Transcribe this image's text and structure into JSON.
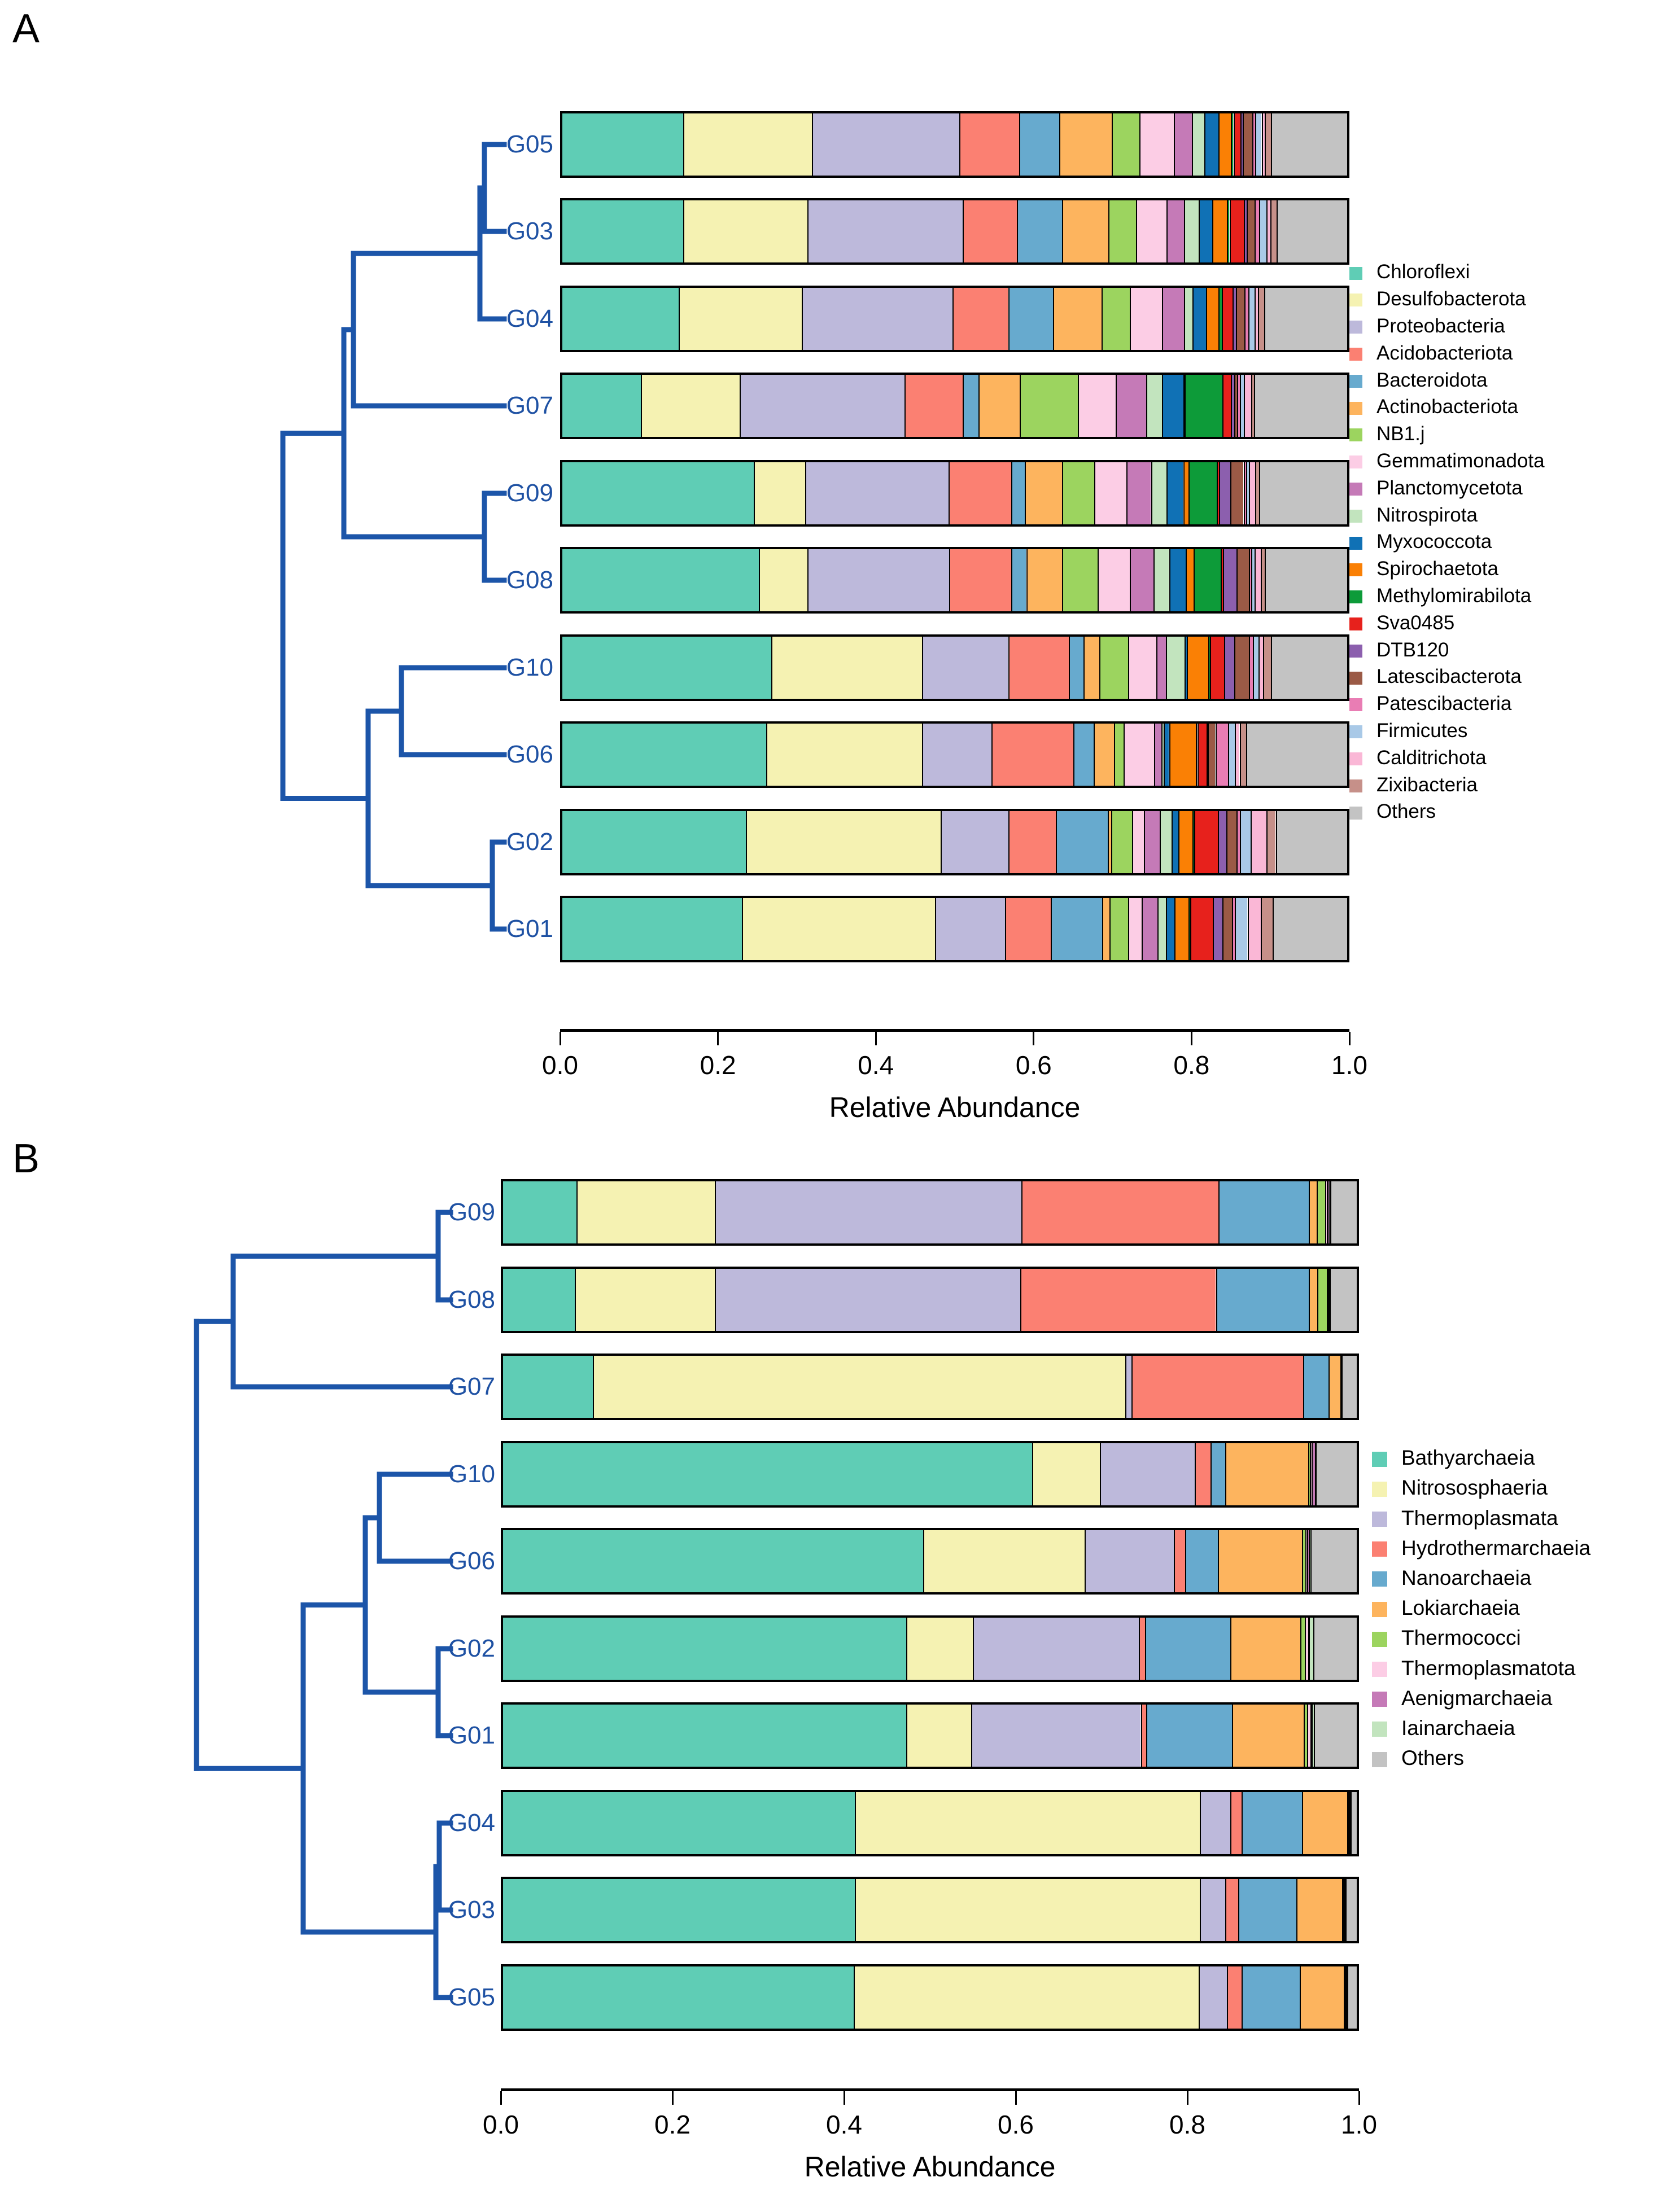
{
  "figure_title": "",
  "dendrogram_color": "#1C55A9",
  "row_label_color": "#1E51A3",
  "chart_data": [
    {
      "type": "bar",
      "panel_label": "A",
      "orientation": "horizontal-stacked",
      "xlabel": "Relative Abundance",
      "xlim": [
        0.0,
        1.0
      ],
      "xticks": [
        "0.0",
        "0.2",
        "0.4",
        "0.6",
        "0.8",
        "1.0"
      ],
      "legend_position": "right",
      "grid": false,
      "categories": [
        "Chloroflexi",
        "Desulfobacterota",
        "Proteobacteria",
        "Acidobacteriota",
        "Bacteroidota",
        "Actinobacteriota",
        "NB1.j",
        "Gemmatimonadota",
        "Planctomycetota",
        "Nitrospirota",
        "Myxococcota",
        "Spirochaetota",
        "Methylomirabilota",
        "Sva0485",
        "DTB120",
        "Latescibacterota",
        "Patescibacteria",
        "Firmicutes",
        "Calditrichota",
        "Zixibacteria",
        "Others"
      ],
      "colors": [
        "#5FCDB5",
        "#F5F2B2",
        "#BDB9DB",
        "#FB8072",
        "#67AACE",
        "#FDB45E",
        "#9CD45F",
        "#FCCDE5",
        "#C57AB7",
        "#C2E4BE",
        "#1071B5",
        "#FA8005",
        "#0D9B39",
        "#E7211C",
        "#8C5FAE",
        "#9B5A46",
        "#E97DB4",
        "#A9C9E7",
        "#FAB7D6",
        "#C69089",
        "#C3C3C3"
      ],
      "rows": [
        {
          "name": "G05",
          "values": [
            0.154,
            0.164,
            0.188,
            0.076,
            0.051,
            0.067,
            0.035,
            0.044,
            0.023,
            0.016,
            0.018,
            0.016,
            0.003,
            0.009,
            0.003,
            0.012,
            0.004,
            0.008,
            0.004,
            0.008,
            0.097
          ]
        },
        {
          "name": "G03",
          "values": [
            0.154,
            0.158,
            0.198,
            0.069,
            0.058,
            0.059,
            0.035,
            0.039,
            0.022,
            0.019,
            0.017,
            0.019,
            0.003,
            0.018,
            0.004,
            0.01,
            0.006,
            0.009,
            0.005,
            0.008,
            0.09
          ]
        },
        {
          "name": "G04",
          "values": [
            0.148,
            0.157,
            0.192,
            0.071,
            0.057,
            0.062,
            0.036,
            0.041,
            0.028,
            0.011,
            0.017,
            0.016,
            0.004,
            0.014,
            0.004,
            0.011,
            0.005,
            0.008,
            0.004,
            0.008,
            0.106
          ]
        },
        {
          "name": "G07",
          "values": [
            0.1,
            0.126,
            0.21,
            0.074,
            0.02,
            0.053,
            0.074,
            0.048,
            0.039,
            0.02,
            0.027,
            0.002,
            0.048,
            0.011,
            0.004,
            0.004,
            0.003,
            0.005,
            0.01,
            0.003,
            0.119
          ]
        },
        {
          "name": "G09",
          "values": [
            0.244,
            0.065,
            0.183,
            0.08,
            0.017,
            0.048,
            0.041,
            0.041,
            0.031,
            0.02,
            0.021,
            0.007,
            0.036,
            0.003,
            0.014,
            0.017,
            0.003,
            0.004,
            0.008,
            0.005,
            0.112
          ]
        },
        {
          "name": "G08",
          "values": [
            0.25,
            0.062,
            0.181,
            0.079,
            0.019,
            0.046,
            0.045,
            0.041,
            0.03,
            0.02,
            0.021,
            0.01,
            0.035,
            0.003,
            0.017,
            0.016,
            0.003,
            0.004,
            0.008,
            0.005,
            0.105
          ]
        },
        {
          "name": "G10",
          "values": [
            0.266,
            0.192,
            0.11,
            0.077,
            0.019,
            0.02,
            0.037,
            0.036,
            0.012,
            0.024,
            0.003,
            0.027,
            0.002,
            0.018,
            0.013,
            0.019,
            0.005,
            0.007,
            0.006,
            0.01,
            0.097
          ]
        },
        {
          "name": "G06",
          "values": [
            0.26,
            0.198,
            0.089,
            0.104,
            0.026,
            0.026,
            0.012,
            0.039,
            0.009,
            0.003,
            0.007,
            0.034,
            0.002,
            0.012,
            0.001,
            0.01,
            0.016,
            0.009,
            0.006,
            0.008,
            0.129
          ]
        },
        {
          "name": "G02",
          "values": [
            0.234,
            0.248,
            0.086,
            0.061,
            0.066,
            0.004,
            0.027,
            0.015,
            0.02,
            0.015,
            0.009,
            0.018,
            0.002,
            0.03,
            0.011,
            0.013,
            0.004,
            0.014,
            0.02,
            0.012,
            0.091
          ]
        },
        {
          "name": "G01",
          "values": [
            0.229,
            0.246,
            0.089,
            0.058,
            0.066,
            0.009,
            0.024,
            0.017,
            0.02,
            0.011,
            0.011,
            0.018,
            0.002,
            0.029,
            0.012,
            0.012,
            0.004,
            0.016,
            0.017,
            0.015,
            0.095
          ]
        }
      ],
      "dendrogram": {
        "x": 501,
        "children": [
          {
            "x": 609,
            "children": [
              {
                "x": 626,
                "children": [
                  {
                    "x": 850,
                    "children": [
                      {
                        "x": 858,
                        "children": [
                          {
                            "leaf": "G05"
                          },
                          {
                            "leaf": "G03"
                          }
                        ]
                      },
                      {
                        "leaf": "G04"
                      }
                    ]
                  },
                  {
                    "leaf": "G07"
                  }
                ]
              },
              {
                "x": 858,
                "children": [
                  {
                    "leaf": "G09"
                  },
                  {
                    "leaf": "G08"
                  }
                ]
              }
            ]
          },
          {
            "x": 652,
            "children": [
              {
                "x": 711,
                "children": [
                  {
                    "leaf": "G10"
                  },
                  {
                    "leaf": "G06"
                  }
                ]
              },
              {
                "x": 872,
                "children": [
                  {
                    "leaf": "G02"
                  },
                  {
                    "leaf": "G01"
                  }
                ]
              }
            ]
          }
        ]
      }
    },
    {
      "type": "bar",
      "panel_label": "B",
      "orientation": "horizontal-stacked",
      "xlabel": "Relative Abundance",
      "xlim": [
        0.0,
        1.0
      ],
      "xticks": [
        "0.0",
        "0.2",
        "0.4",
        "0.6",
        "0.8",
        "1.0"
      ],
      "legend_position": "right",
      "grid": false,
      "categories": [
        "Bathyarchaeia",
        "Nitrososphaeria",
        "Thermoplasmata",
        "Hydrothermarchaeia",
        "Nanoarchaeia",
        "Lokiarchaeia",
        "Thermococci",
        "Thermoplasmatota",
        "Aenigmarchaeia",
        "Iainarchaeia",
        "Others"
      ],
      "colors": [
        "#5FCDB5",
        "#F5F2B2",
        "#BDB9DB",
        "#FB8072",
        "#67AACE",
        "#FDB45E",
        "#9CD45F",
        "#FCCDE5",
        "#C57AB7",
        "#C2E4BE",
        "#C3C3C3"
      ],
      "rows": [
        {
          "name": "G09",
          "values": [
            0.086,
            0.162,
            0.359,
            0.231,
            0.106,
            0.009,
            0.01,
            0.002,
            0.002,
            0.002,
            0.031
          ]
        },
        {
          "name": "G08",
          "values": [
            0.084,
            0.164,
            0.358,
            0.229,
            0.109,
            0.01,
            0.011,
            0.001,
            0.001,
            0.001,
            0.032
          ]
        },
        {
          "name": "G07",
          "values": [
            0.105,
            0.624,
            0.007,
            0.201,
            0.03,
            0.014,
            0.001,
            0.0,
            0.0,
            0.0,
            0.018
          ]
        },
        {
          "name": "G10",
          "values": [
            0.62,
            0.079,
            0.111,
            0.019,
            0.017,
            0.097,
            0.002,
            0.002,
            0.004,
            0.001,
            0.048
          ]
        },
        {
          "name": "G06",
          "values": [
            0.492,
            0.189,
            0.105,
            0.013,
            0.038,
            0.099,
            0.004,
            0.002,
            0.002,
            0.002,
            0.054
          ]
        },
        {
          "name": "G02",
          "values": [
            0.472,
            0.078,
            0.195,
            0.007,
            0.1,
            0.082,
            0.005,
            0.004,
            0.001,
            0.005,
            0.051
          ]
        },
        {
          "name": "G01",
          "values": [
            0.472,
            0.076,
            0.199,
            0.006,
            0.101,
            0.084,
            0.004,
            0.004,
            0.001,
            0.003,
            0.05
          ]
        },
        {
          "name": "G04",
          "values": [
            0.412,
            0.404,
            0.036,
            0.013,
            0.071,
            0.053,
            0.001,
            0.001,
            0.001,
            0.001,
            0.007
          ]
        },
        {
          "name": "G03",
          "values": [
            0.412,
            0.404,
            0.03,
            0.015,
            0.068,
            0.054,
            0.001,
            0.001,
            0.001,
            0.001,
            0.013
          ]
        },
        {
          "name": "G05",
          "values": [
            0.411,
            0.404,
            0.033,
            0.017,
            0.068,
            0.052,
            0.001,
            0.001,
            0.001,
            0.001,
            0.011
          ]
        }
      ],
      "dendrogram": {
        "x": 348,
        "children": [
          {
            "x": 413,
            "children": [
              {
                "x": 776,
                "children": [
                  {
                    "leaf": "G09"
                  },
                  {
                    "leaf": "G08"
                  }
                ]
              },
              {
                "leaf": "G07"
              }
            ]
          },
          {
            "x": 537,
            "children": [
              {
                "x": 647,
                "children": [
                  {
                    "x": 672,
                    "children": [
                      {
                        "leaf": "G10"
                      },
                      {
                        "leaf": "G06"
                      }
                    ]
                  },
                  {
                    "x": 776,
                    "children": [
                      {
                        "leaf": "G02"
                      },
                      {
                        "leaf": "G01"
                      }
                    ]
                  }
                ]
              },
              {
                "x": 772,
                "children": [
                  {
                    "x": 778,
                    "children": [
                      {
                        "leaf": "G04"
                      },
                      {
                        "leaf": "G03"
                      }
                    ]
                  },
                  {
                    "leaf": "G05"
                  }
                ]
              }
            ]
          }
        ]
      }
    }
  ]
}
